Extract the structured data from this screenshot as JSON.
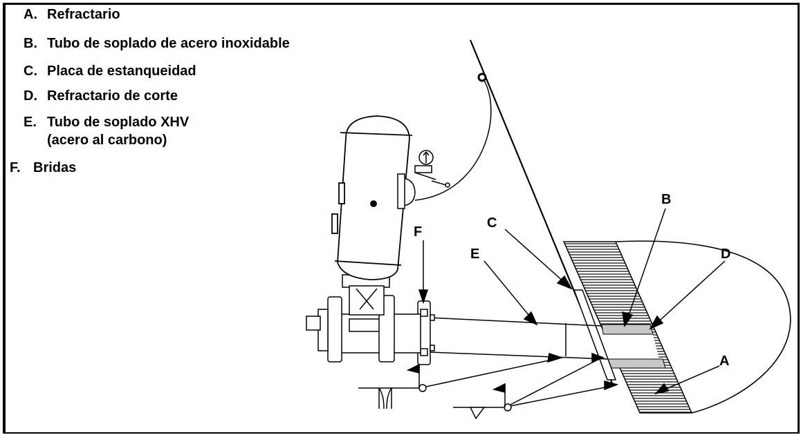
{
  "legend": {
    "items": [
      {
        "letter": "A.",
        "text": "Refractario"
      },
      {
        "letter": "B.",
        "text": "Tubo de soplado de acero inoxidable"
      },
      {
        "letter": "C.",
        "text": "Placa de estanqueidad"
      },
      {
        "letter": "D.",
        "text": "Refractario de corte"
      },
      {
        "letter": "E.",
        "text": "Tubo de soplado XHV"
      },
      {
        "letter": "",
        "text": "(acero al carbono)"
      },
      {
        "letter": "F.",
        "text": "Bridas"
      }
    ]
  },
  "callouts": {
    "a": "A",
    "b": "B",
    "c": "C",
    "d": "D",
    "e": "E",
    "f": "F"
  },
  "colors": {
    "line": "#000000",
    "background": "#ffffff"
  }
}
